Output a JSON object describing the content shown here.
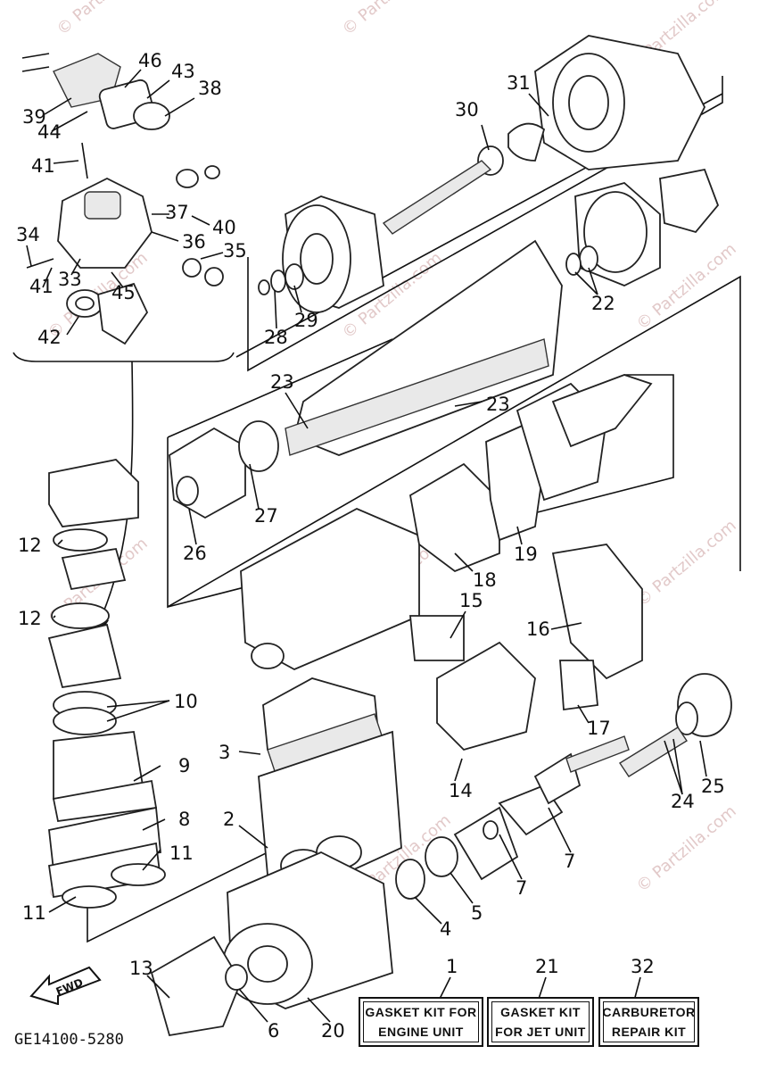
{
  "watermark": "© Partzilla.com",
  "diagram_code": "GE14100-5280",
  "fwd_label": "FWD",
  "callouts": [
    "1",
    "2",
    "3",
    "4",
    "5",
    "6",
    "7",
    "7",
    "8",
    "9",
    "10",
    "11",
    "11",
    "12",
    "12",
    "13",
    "14",
    "15",
    "16",
    "17",
    "18",
    "19",
    "20",
    "21",
    "22",
    "23",
    "23",
    "24",
    "25",
    "26",
    "27",
    "28",
    "29",
    "30",
    "31",
    "32",
    "33",
    "34",
    "35",
    "36",
    "37",
    "38",
    "39",
    "40",
    "41",
    "41",
    "42",
    "43",
    "44",
    "45",
    "46"
  ],
  "kits": [
    {
      "number": "1",
      "line1": "GASKET KIT FOR",
      "line2": "ENGINE UNIT"
    },
    {
      "number": "21",
      "line1": "GASKET KIT",
      "line2": "FOR JET UNIT"
    },
    {
      "number": "32",
      "line1": "CARBURETOR",
      "line2": "REPAIR KIT"
    }
  ]
}
